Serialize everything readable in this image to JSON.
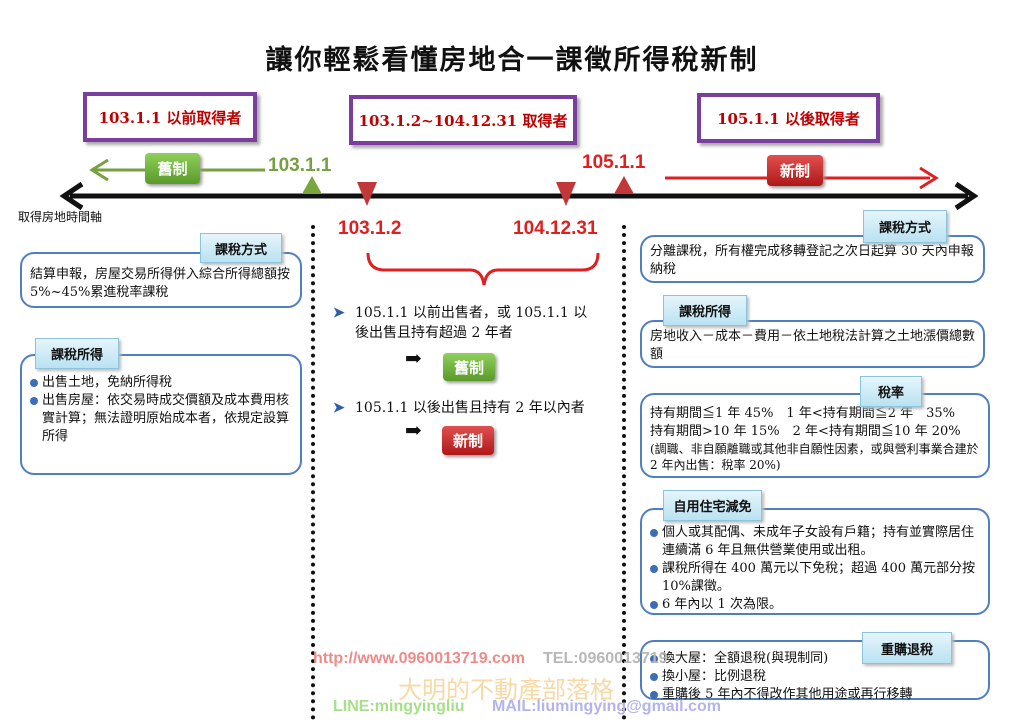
{
  "title": "讓你輕鬆看懂房地合一課徵所得稅新制",
  "periods": [
    "103.1.1 以前取得者",
    "103.1.2~104.12.31 取得者",
    "105.1.1 以後取得者"
  ],
  "timeline": {
    "axis_label": "取得房地時間軸",
    "old_label": "舊制",
    "new_label": "新制",
    "date_103_1_1": "103.1.1",
    "date_105_1_1": "105.1.1",
    "date_103_1_2": "103.1.2",
    "date_104_12_31": "104.12.31"
  },
  "left": {
    "method_tab": "課稅方式",
    "method_text": "結算申報，房屋交易所得併入綜合所得總額按 5%~45%累進稅率課稅",
    "income_tab": "課稅所得",
    "income_items": [
      "出售土地，免納所得稅",
      "出售房屋：依交易時成交價額及成本費用核實計算；無法證明原始成本者，依規定設算所得"
    ]
  },
  "middle": {
    "rule1": "105.1.1 以前出售者，或 105.1.1 以後出售且持有超過 2 年者",
    "rule1_result": "舊制",
    "rule2": "105.1.1 以後出售且持有 2 年以內者",
    "rule2_result": "新制"
  },
  "right": {
    "method_tab": "課稅方式",
    "method_text": "分離課稅，所有權完成移轉登記之次日起算 30 天內申報納稅",
    "income_tab": "課稅所得",
    "income_text": "房地收入－成本－費用－依土地稅法計算之土地漲價總數額",
    "rate_tab": "稅率",
    "rate_lines": [
      "持有期間≦1 年 45%　1 年<持有期間≦2 年　35%",
      "持有期間>10 年 15%　2 年<持有期間≦10 年 20%",
      "(調職、非自願離職或其他非自願性因素，或與營利事業合建於 2 年內出售：稅率 20%)"
    ],
    "self_tab": "自用住宅減免",
    "self_items": [
      "個人或其配偶、未成年子女設有戶籍；持有並實際居住連續滿 6 年且無供營業使用或出租。",
      "課稅所得在 400 萬元以下免稅；超過 400 萬元部分按 10%課徵。",
      "6 年內以 1 次為限。"
    ],
    "rebuy_tab": "重購退稅",
    "rebuy_items": [
      "換大屋：全額退稅(與現制同)",
      "換小屋：比例退稅",
      "重購後 5 年內不得改作其他用途或再行移轉"
    ]
  },
  "watermark": {
    "url": "http://www.0960013719.com",
    "tel": "TEL:0960013719",
    "blog": "大明的不動產部落格",
    "line": "LINE:mingyingliu",
    "mail": "MAIL:liumingying@gmail.com"
  }
}
